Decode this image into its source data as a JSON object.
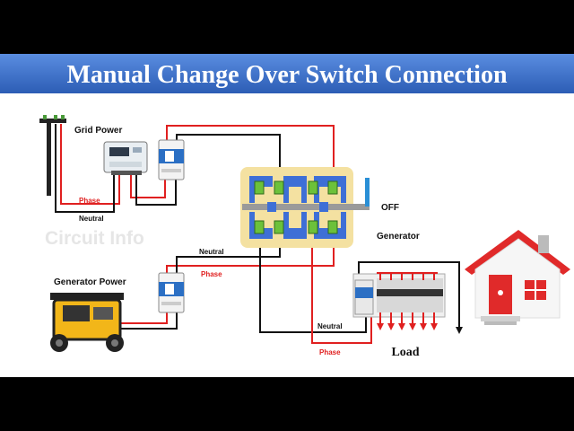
{
  "title": "Manual Change Over Switch Connection",
  "watermark": "Circuit Info",
  "labels": {
    "grid_power": "Grid Power",
    "generator_power": "Generator Power",
    "off": "OFF",
    "generator": "Generator",
    "load": "Load"
  },
  "wire_labels": {
    "grid_phase": "Phase",
    "grid_neutral": "Neutral",
    "gen_neutral": "Neutral",
    "gen_phase": "Phase",
    "load_neutral": "Neutral",
    "load_phase": "Phase"
  },
  "colors": {
    "title_bar": "#3a6fc9",
    "phase_wire": "#e02020",
    "neutral_wire": "#111111",
    "switch_body": "#f4e1a1",
    "switch_blue": "#3e6fd6",
    "terminal_green": "#6cc13a",
    "breaker_blue": "#2b6fc4",
    "roof_red": "#e02a2a",
    "generator_yellow": "#f2b619"
  },
  "icons": [
    "utility-pole-icon",
    "energy-meter-icon",
    "breaker-icon",
    "generator-icon",
    "house-icon",
    "distribution-board-icon"
  ]
}
